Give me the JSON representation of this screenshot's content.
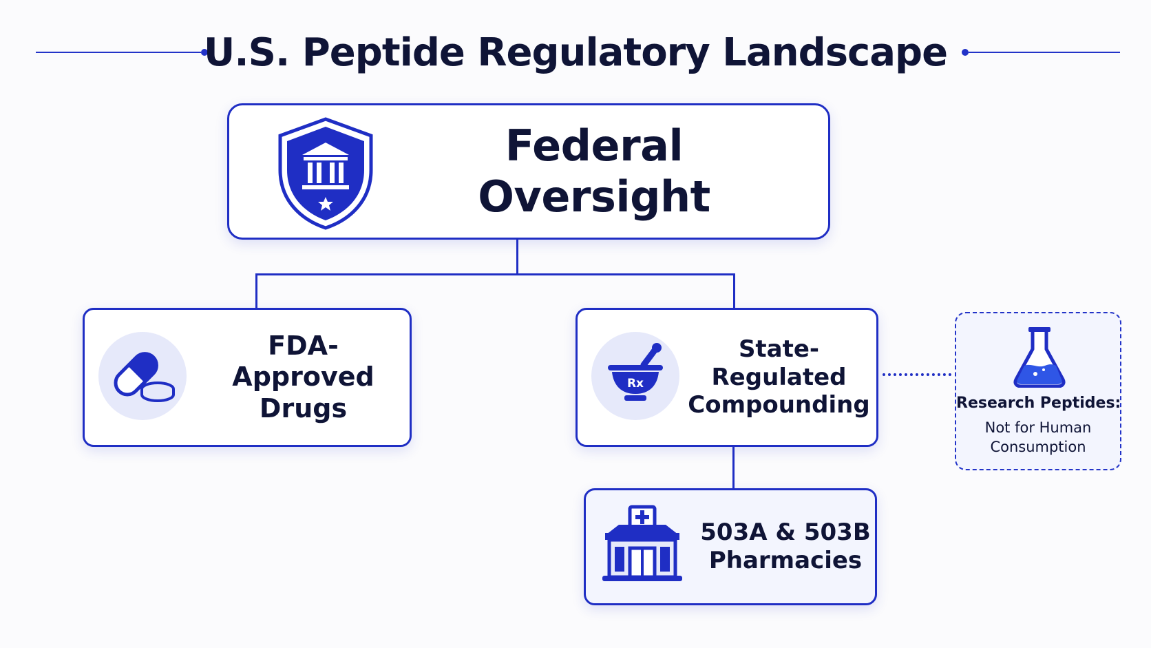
{
  "title": "U.S. Peptide Regulatory Landscape",
  "colors": {
    "accent": "#1f2ec4",
    "text": "#0f1436",
    "icon_bg": "#e6e9fa",
    "card_bg_alt": "#f3f5fe"
  },
  "nodes": {
    "federal": {
      "label": "Federal Oversight",
      "icon": "shield-courthouse-icon"
    },
    "fda": {
      "label": "FDA-Approved\nDrugs",
      "icon": "pill-capsule-icon"
    },
    "state": {
      "label": "State-Regulated\nCompounding",
      "icon": "mortar-pestle-rx-icon"
    },
    "pharmacies": {
      "label": "503A & 503B\nPharmacies",
      "icon": "pharmacy-building-icon"
    },
    "research": {
      "title": "Research Peptides:",
      "subtitle": "Not for Human\nConsumption",
      "icon": "flask-icon"
    }
  },
  "edges": [
    {
      "from": "federal",
      "to": "fda",
      "style": "solid"
    },
    {
      "from": "federal",
      "to": "state",
      "style": "solid"
    },
    {
      "from": "state",
      "to": "pharmacies",
      "style": "solid"
    },
    {
      "from": "state",
      "to": "research",
      "style": "dotted"
    }
  ]
}
